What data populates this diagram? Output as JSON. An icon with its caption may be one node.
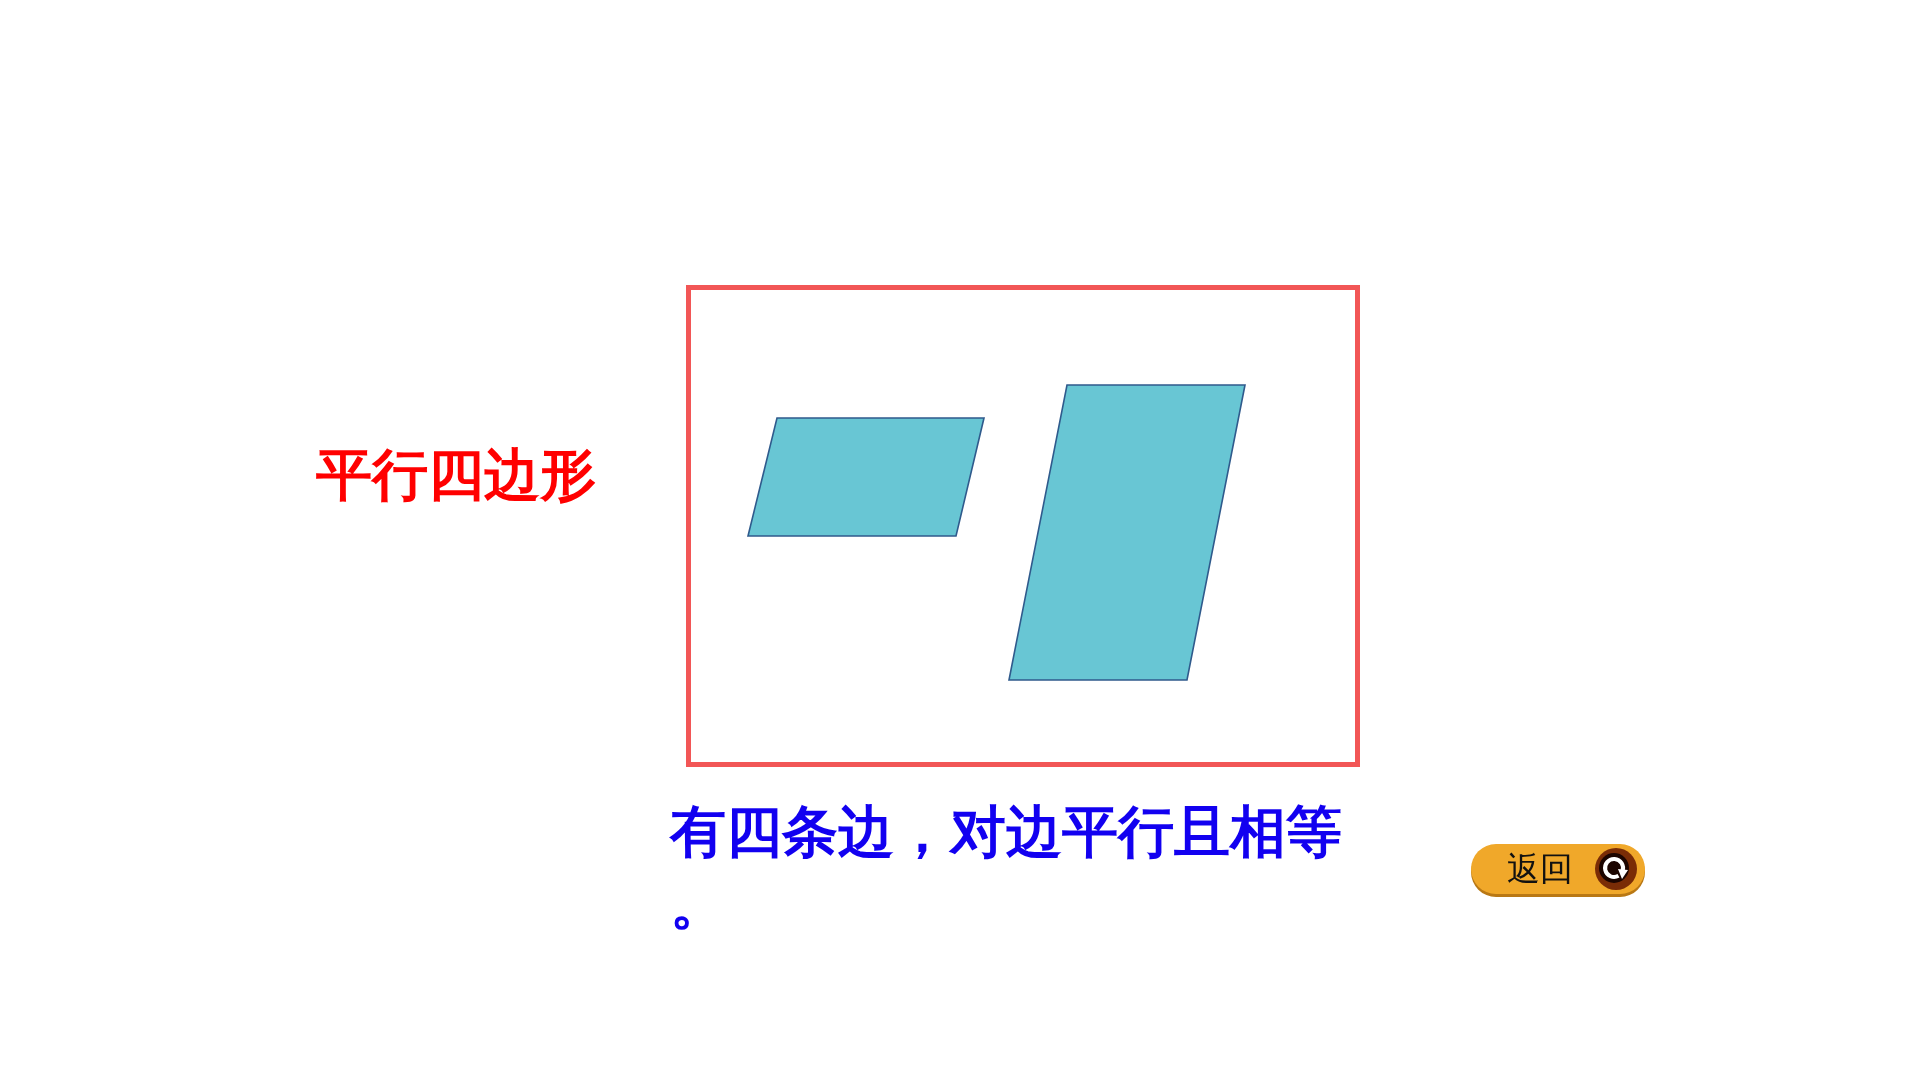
{
  "diagram": {
    "title": "平行四边形",
    "caption": "有四条边，对边平行且相等。",
    "nodes": [
      {
        "text": [],
        "shape": "box"
      },
      {
        "text": [],
        "shape": "parallelogram",
        "in": 0
      },
      {
        "text": [],
        "shape": "parallelogram",
        "in": 0
      }
    ],
    "labels": [
      "返回"
    ]
  }
}
